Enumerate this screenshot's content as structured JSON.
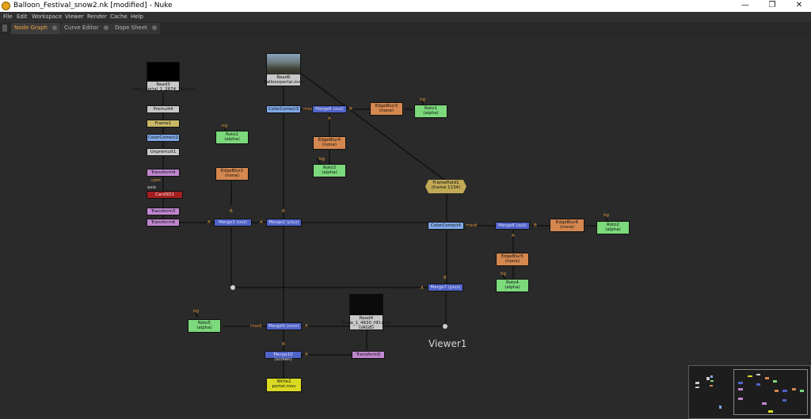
{
  "window": {
    "title": "Balloon_Festival_snow2.nk [modified] - Nuke",
    "min": "—",
    "max": "❐",
    "close": "✕"
  },
  "menu": [
    "File",
    "Edit",
    "Workspace",
    "Viewer",
    "Render",
    "Cache",
    "Help"
  ],
  "tabs": [
    {
      "label": "Node Graph",
      "active": true
    },
    {
      "label": "Curve Editor",
      "active": false
    },
    {
      "label": "Dope Sheet",
      "active": false
    }
  ],
  "nodes": {
    "read3": {
      "label": "Read3",
      "file": "Front_portal_1_2674_1K.mov"
    },
    "premult4": {
      "label": "Premult4"
    },
    "frame1": {
      "label": "Frame1"
    },
    "colorcorrect2": {
      "label": "ColorCorrect2"
    },
    "unpremult1": {
      "label": "Unpremult1"
    },
    "transform4": {
      "label": "Transform4"
    },
    "card3d1": {
      "label": "Card3D1"
    },
    "cam": "cam",
    "axis": "axis",
    "transform3": {
      "label": "Transform3"
    },
    "transform6": {
      "label": "Transform6"
    },
    "read6": {
      "label": "Read6",
      "file": "Balloonportal.mov"
    },
    "colorcorrect3": {
      "label": "ColorCorrect3"
    },
    "merge6": {
      "label": "Merge6 (out)"
    },
    "edgeblur3": {
      "label": "EdgeBlur3",
      "sub": "(none)"
    },
    "roto1": {
      "label": "Roto1",
      "sub": "(alpha)"
    },
    "edgeblur4": {
      "label": "EdgeBlur4",
      "sub": "(none)"
    },
    "roto3": {
      "label": "Roto3",
      "sub": "(alpha)"
    },
    "roto2a": {
      "label": "Roto2",
      "sub": "(alpha)"
    },
    "edgeblur2": {
      "label": "EdgeBlur2",
      "sub": "(none)"
    },
    "merge3": {
      "label": "Merge3 (out)"
    },
    "merge2": {
      "label": "Merge2 (plus)"
    },
    "framehold1": {
      "label": "FrameHold1",
      "sub": "(frame 1134)"
    },
    "colorcorrect4": {
      "label": "ColorCorrect4"
    },
    "merge8": {
      "label": "Merge8 (out)"
    },
    "edgeblur6": {
      "label": "EdgeBlur6",
      "sub": "(none)"
    },
    "roto2b": {
      "label": "Roto2",
      "sub": "(alpha)"
    },
    "edgeblur5": {
      "label": "EdgeBlur5",
      "sub": "(none)"
    },
    "roto4": {
      "label": "Roto4",
      "sub": "(alpha)"
    },
    "merge7": {
      "label": "Merge7 (plus)"
    },
    "roto5": {
      "label": "Roto5",
      "sub": "(alpha)"
    },
    "merge9": {
      "label": "Merge9 (over)"
    },
    "read4": {
      "label": "Read4",
      "file": "Snow_1_4630_HD.mov",
      "sub": "(sRGB)"
    },
    "transform5": {
      "label": "Transform5"
    },
    "merge10": {
      "label": "Merge10 (screen)"
    },
    "write2": {
      "label": "Write2",
      "sub": "portal.mov"
    }
  },
  "pipe_labels": {
    "bg": "bg",
    "mask": "mask",
    "a": "A",
    "b": "B"
  },
  "viewer": {
    "label": "Viewer1"
  },
  "colors": {
    "merge": "#4f63c9",
    "colorcorrect": "#7fa8e6",
    "edgeblur": "#d4874f",
    "roto": "#7cd97c",
    "transform": "#c087cf",
    "write": "#dada23",
    "pipe_label": "#e09a40"
  }
}
